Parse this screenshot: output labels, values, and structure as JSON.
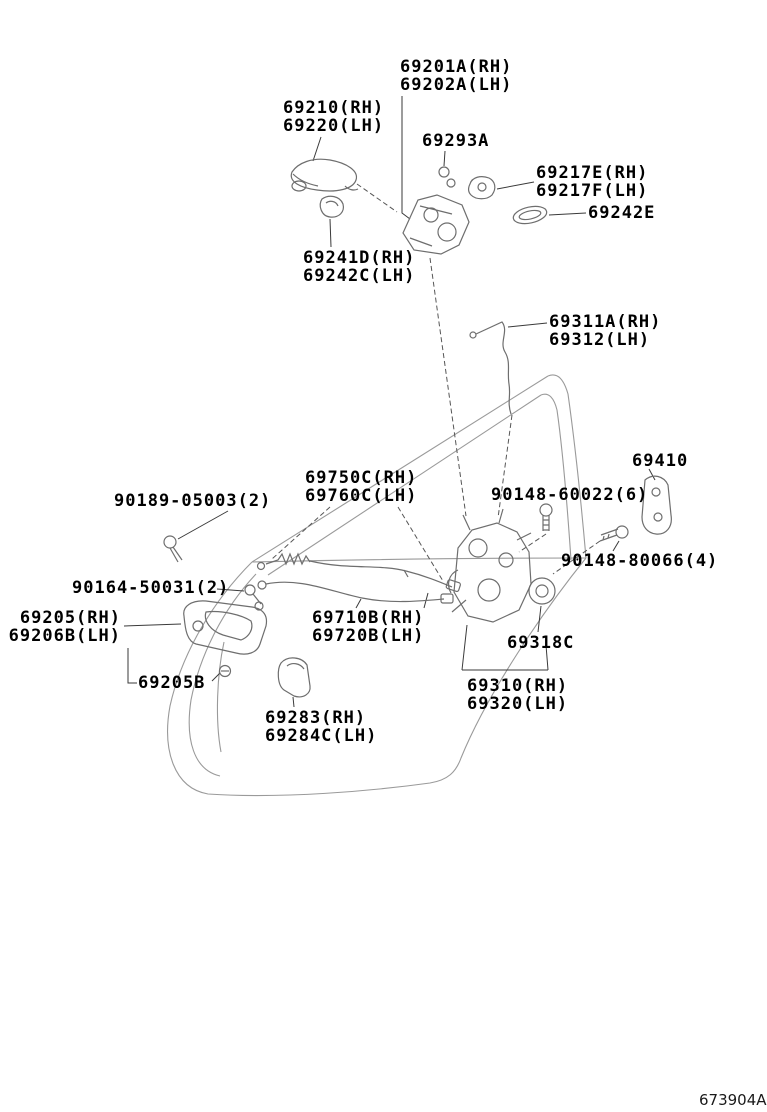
{
  "diagram": {
    "code": "673904A",
    "labels": {
      "outer_frame": {
        "line1": "69201A(RH)",
        "line2": "69202A(LH)"
      },
      "outside_handle": {
        "line1": "69210(RH)",
        "line2": "69220(LH)"
      },
      "grommet": {
        "line1": "69293A"
      },
      "cover": {
        "line1": "69217E(RH)",
        "line2": "69217F(LH)"
      },
      "gasket": {
        "line1": "69242E"
      },
      "handle_cover": {
        "line1": "69241D(RH)",
        "line2": "69242C(LH)"
      },
      "lock_rod": {
        "line1": "69311A(RH)",
        "line2": "69312(LH)"
      },
      "striker": {
        "line1": "69410"
      },
      "release_cable": {
        "line1": "69750C(RH)",
        "line2": "69760C(LH)"
      },
      "bolt_60022": {
        "line1": "90148-60022(6)"
      },
      "screw_05003": {
        "line1": "90189-05003(2)"
      },
      "bolt_80066": {
        "line1": "90148-80066(4)"
      },
      "screw_50031": {
        "line1": "90164-50031(2)"
      },
      "inside_handle": {
        "line1": "69205(RH)",
        "line2": "69206B(LH)"
      },
      "lock_cable": {
        "line1": "69710B(RH)",
        "line2": "69720B(LH)"
      },
      "snap": {
        "line1": "69318C"
      },
      "screw_205b": {
        "line1": "69205B"
      },
      "door_lock": {
        "line1": "69310(RH)",
        "line2": "69320(LH)"
      },
      "handle_pad": {
        "line1": "69283(RH)",
        "line2": "69284C(LH)"
      }
    }
  }
}
